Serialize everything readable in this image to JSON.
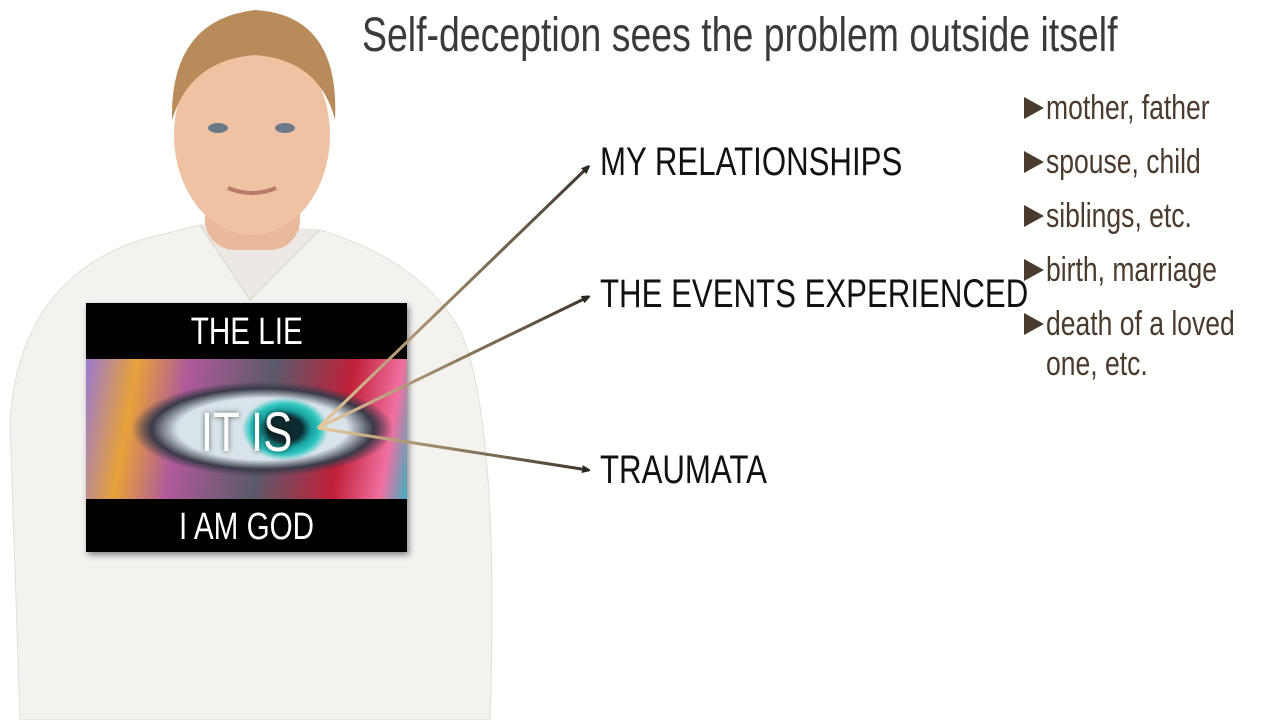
{
  "title": "Self-deception sees the problem outside itself",
  "card": {
    "top": "THE LIE",
    "middle": "IT IS",
    "bottom": "I AM GOD"
  },
  "targets": [
    "MY RELATIONSHIPS",
    "THE EVENTS EXPERIENCED",
    "TRAUMATA"
  ],
  "bullets": [
    "mother, father",
    "spouse, child",
    "siblings, etc.",
    "birth, marriage",
    "death of a loved"
  ],
  "bullet_continuation": "one, etc.",
  "colors": {
    "bullet": "#4b3a2e",
    "arrow_start": "#e8c99a",
    "arrow_end": "#3e352b"
  }
}
